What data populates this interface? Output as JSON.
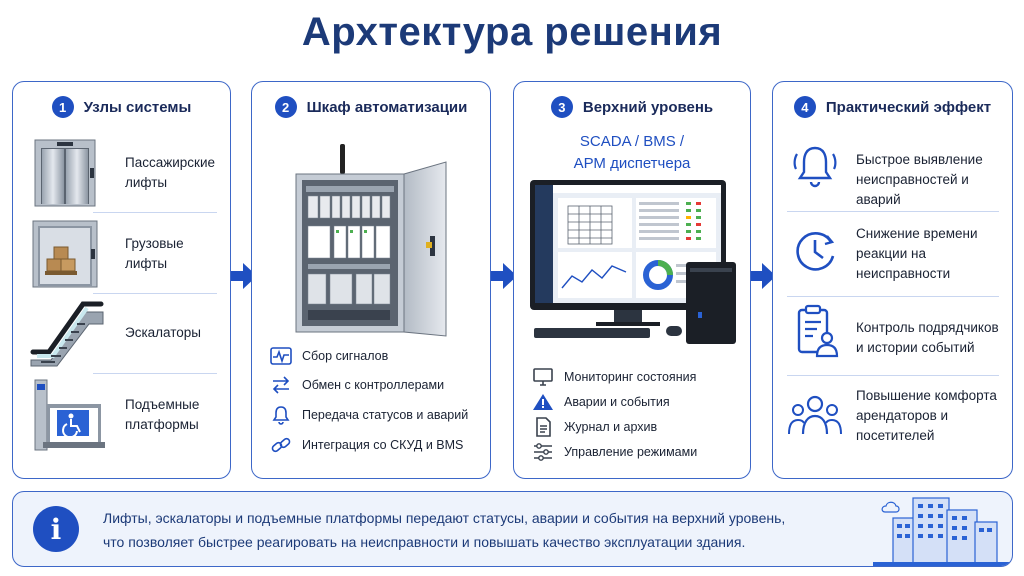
{
  "title": "Архтектура решения",
  "panels": [
    {
      "number": "1",
      "title": "Узлы системы",
      "items": [
        {
          "label": "Пассажирские\nлифты",
          "icon": "passenger-elevator-icon"
        },
        {
          "label": "Грузовые\nлифты",
          "icon": "freight-elevator-icon"
        },
        {
          "label": "Эскалаторы",
          "icon": "escalator-icon"
        },
        {
          "label": "Подъемные\nплатформы",
          "icon": "lift-platform-icon"
        }
      ]
    },
    {
      "number": "2",
      "title": "Шкаф автоматизации",
      "features": [
        {
          "label": "Сбор сигналов",
          "icon": "signal-wave-icon"
        },
        {
          "label": "Обмен с контроллерами",
          "icon": "exchange-arrows-icon"
        },
        {
          "label": "Передача статусов и аварий",
          "icon": "bell-icon"
        },
        {
          "label": "Интеграция со СКУД и BMS",
          "icon": "link-icon"
        }
      ]
    },
    {
      "number": "3",
      "title": "Верхний уровень",
      "subtitle": "SCADA / BMS /\nАРМ диспетчера",
      "features": [
        {
          "label": "Мониторинг состояния",
          "icon": "monitor-icon"
        },
        {
          "label": "Аварии и события",
          "icon": "warning-icon"
        },
        {
          "label": "Журнал и архив",
          "icon": "document-icon"
        },
        {
          "label": "Управление режимами",
          "icon": "sliders-icon"
        }
      ]
    },
    {
      "number": "4",
      "title": "Практический эффект",
      "items": [
        {
          "label": "Быстрое выявление\nнеисправностей и аварий",
          "icon": "alarm-bell-icon"
        },
        {
          "label": "Снижение времени\nреакции на\nнеисправности",
          "icon": "clock-icon"
        },
        {
          "label": "Контроль подрядчиков\nи истории событий",
          "icon": "clipboard-user-icon"
        },
        {
          "label": "Повышение комфорта\nарендаторов и\nпосетителей",
          "icon": "people-icon"
        }
      ]
    }
  ],
  "info": {
    "line1": "Лифты, эскалаторы и подъемные платформы передают статусы, аварии и события на верхний уровень,",
    "line2": "что позволяет быстрее реагировать на неисправности и повышать качество эксплуатации здания.",
    "icon": "info-icon"
  },
  "colors": {
    "accent": "#1f4fc1",
    "title": "#1c3a78",
    "border": "#3d67c8"
  }
}
